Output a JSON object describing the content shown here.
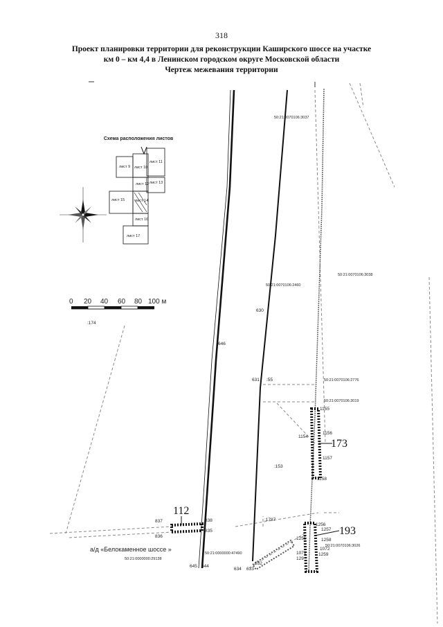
{
  "page_number": "318",
  "title": {
    "line1": "Проект планировки территории для реконструкции Каширского шоссе на участке",
    "line2": "км 0 – км 4,4 в Ленинском городском округе Московской области",
    "line3": "Чертеж межевания территории"
  },
  "inset": {
    "title": "Схема расположения листов",
    "sheets": [
      "лист 9",
      "лист 10",
      "лист 11",
      "лист 12",
      "лист 13",
      "лист 15",
      "лист 14",
      "лист 16",
      "лист 17"
    ]
  },
  "scale_bar": {
    "ticks": [
      "0",
      "20",
      "40",
      "60",
      "80",
      "100 м"
    ]
  },
  "parcels": {
    "p1": "50:21:0070106:3037",
    "p2": "50:21:0070106:2460",
    "p3": "50:21:0070106:3038",
    "p4": "50:21:0070106:2776",
    "p5": "50:21:0070106:3019",
    "p6": "50:21:0070106:3026",
    "p7": "50:21:0000000:29138",
    "p8": "50:21:0000000:47490"
  },
  "points": {
    "n630": "630",
    "n646": "646",
    "n631": "631",
    "n55": ":55",
    "n1155": "1155",
    "n1156": "1156",
    "n1154": "1154",
    "n1157": "1157",
    "n1158": "1158",
    "n1153": ":153",
    "n1787": ":1787",
    "n837": "837",
    "n838": "838",
    "n836": "836",
    "n835": "835",
    "n1256": "1256",
    "n1257": "1257",
    "n1255": "1255",
    "n1258": "1258",
    "n1072": "1072",
    "n1071": "1071",
    "n1259": "1259",
    "n129": "129",
    "n645": "645",
    "n644": "644",
    "n634": "634",
    "n633": "633",
    "n632": "632",
    "n174": ":174"
  },
  "callouts": {
    "c173": "173",
    "c112": "112",
    "c193": "193"
  },
  "road_label": "а/д «Белокаменное шоссе »"
}
